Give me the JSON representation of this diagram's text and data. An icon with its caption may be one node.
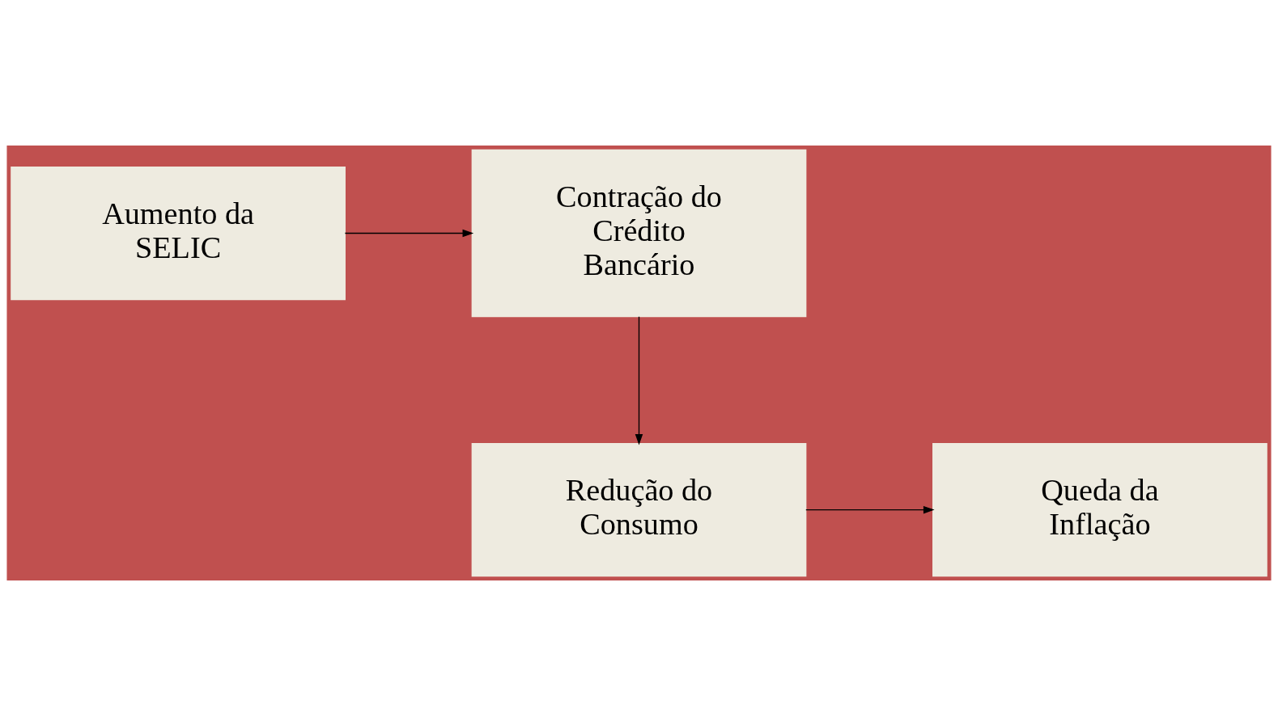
{
  "diagram": {
    "nodes": [
      {
        "text": [
          "Aumento da SELIC"
        ]
      },
      {
        "text": [
          "Contração do Crédito Bancário"
        ]
      },
      {
        "text": [
          "Redução do Consumo"
        ]
      },
      {
        "text": [
          "Queda da Inflação"
        ]
      }
    ],
    "edges": [
      {
        "from": 0,
        "to": 1,
        "arrow": "to"
      },
      {
        "from": 1,
        "to": 2,
        "arrow": "to"
      },
      {
        "from": 2,
        "to": 3,
        "arrow": "to"
      }
    ]
  }
}
